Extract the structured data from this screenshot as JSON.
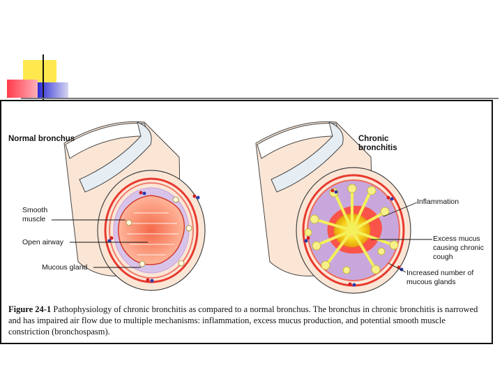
{
  "labels": {
    "normal_title": "Normal bronchus",
    "chronic_title": "Chronic bronchitis",
    "smooth_muscle": "Smooth muscle",
    "open_airway": "Open airway",
    "mucous_gland": "Mucous gland",
    "inflammation": "Inflammation",
    "excess_mucus": "Excess mucus causing chronic cough",
    "increased_glands": "Increased number of mucous glands"
  },
  "caption": {
    "figure_number": "Figure 24-1",
    "text": "Pathophysiology of chronic bronchitis as compared to a normal bronchus. The bronchus in chronic bronchitis is narrowed and has impaired air flow due to multiple mechanisms: inflammation, excess mucus production, and potential smooth muscle constriction (bronchospasm)."
  },
  "colors": {
    "accent_yellow": "#ffe84d",
    "accent_red": "#ff3a4a",
    "accent_blue": "#2b2bd6",
    "tissue": "#fbe6d6",
    "muscle_red": "#e83a2e",
    "mucus_yellow": "#f4f05a",
    "inflamed_purple": "#c8a8dc"
  }
}
